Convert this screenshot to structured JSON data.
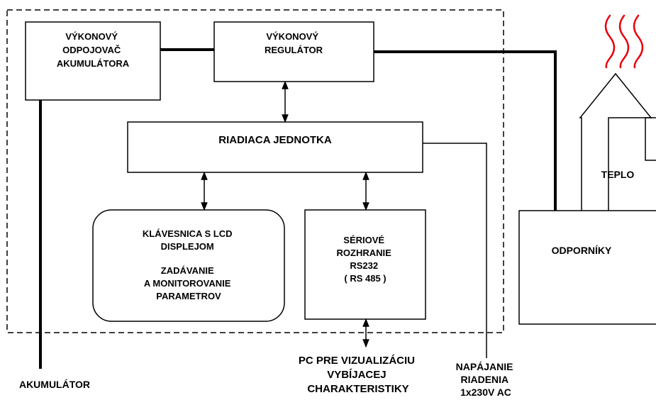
{
  "blocks": {
    "disconnector": [
      "VÝKONOVÝ",
      "ODPOJOVAČ",
      "AKUMULÁTORA"
    ],
    "regulator": [
      "VÝKONOVÝ",
      "REGULÁTOR"
    ],
    "control_unit": [
      "RIADIACA JEDNOTKA"
    ],
    "keyboard": [
      "KLÁVESNICA S LCD",
      "DISPLEJOM",
      "",
      "ZADÁVANIE",
      "A MONITOROVANIE",
      "PARAMETROV"
    ],
    "serial": [
      "SÉRIOVÉ",
      "ROZHRANIE",
      "RS232",
      "( RS 485 )"
    ],
    "resistors": [
      "ODPORNÍKY"
    ]
  },
  "labels": {
    "heat": "TEPLO",
    "battery": "AKUMULÁTOR",
    "pc": [
      "PC PRE VIZUALIZÁCIU",
      "VYBÍJACEJ",
      "CHARAKTERISTIKY"
    ],
    "power_supply": [
      "NAPÁJANIE",
      "RIADENIA",
      "1x230V AC"
    ]
  },
  "colors": {
    "lines": "#000000",
    "heat_waves": "#e8000b"
  }
}
